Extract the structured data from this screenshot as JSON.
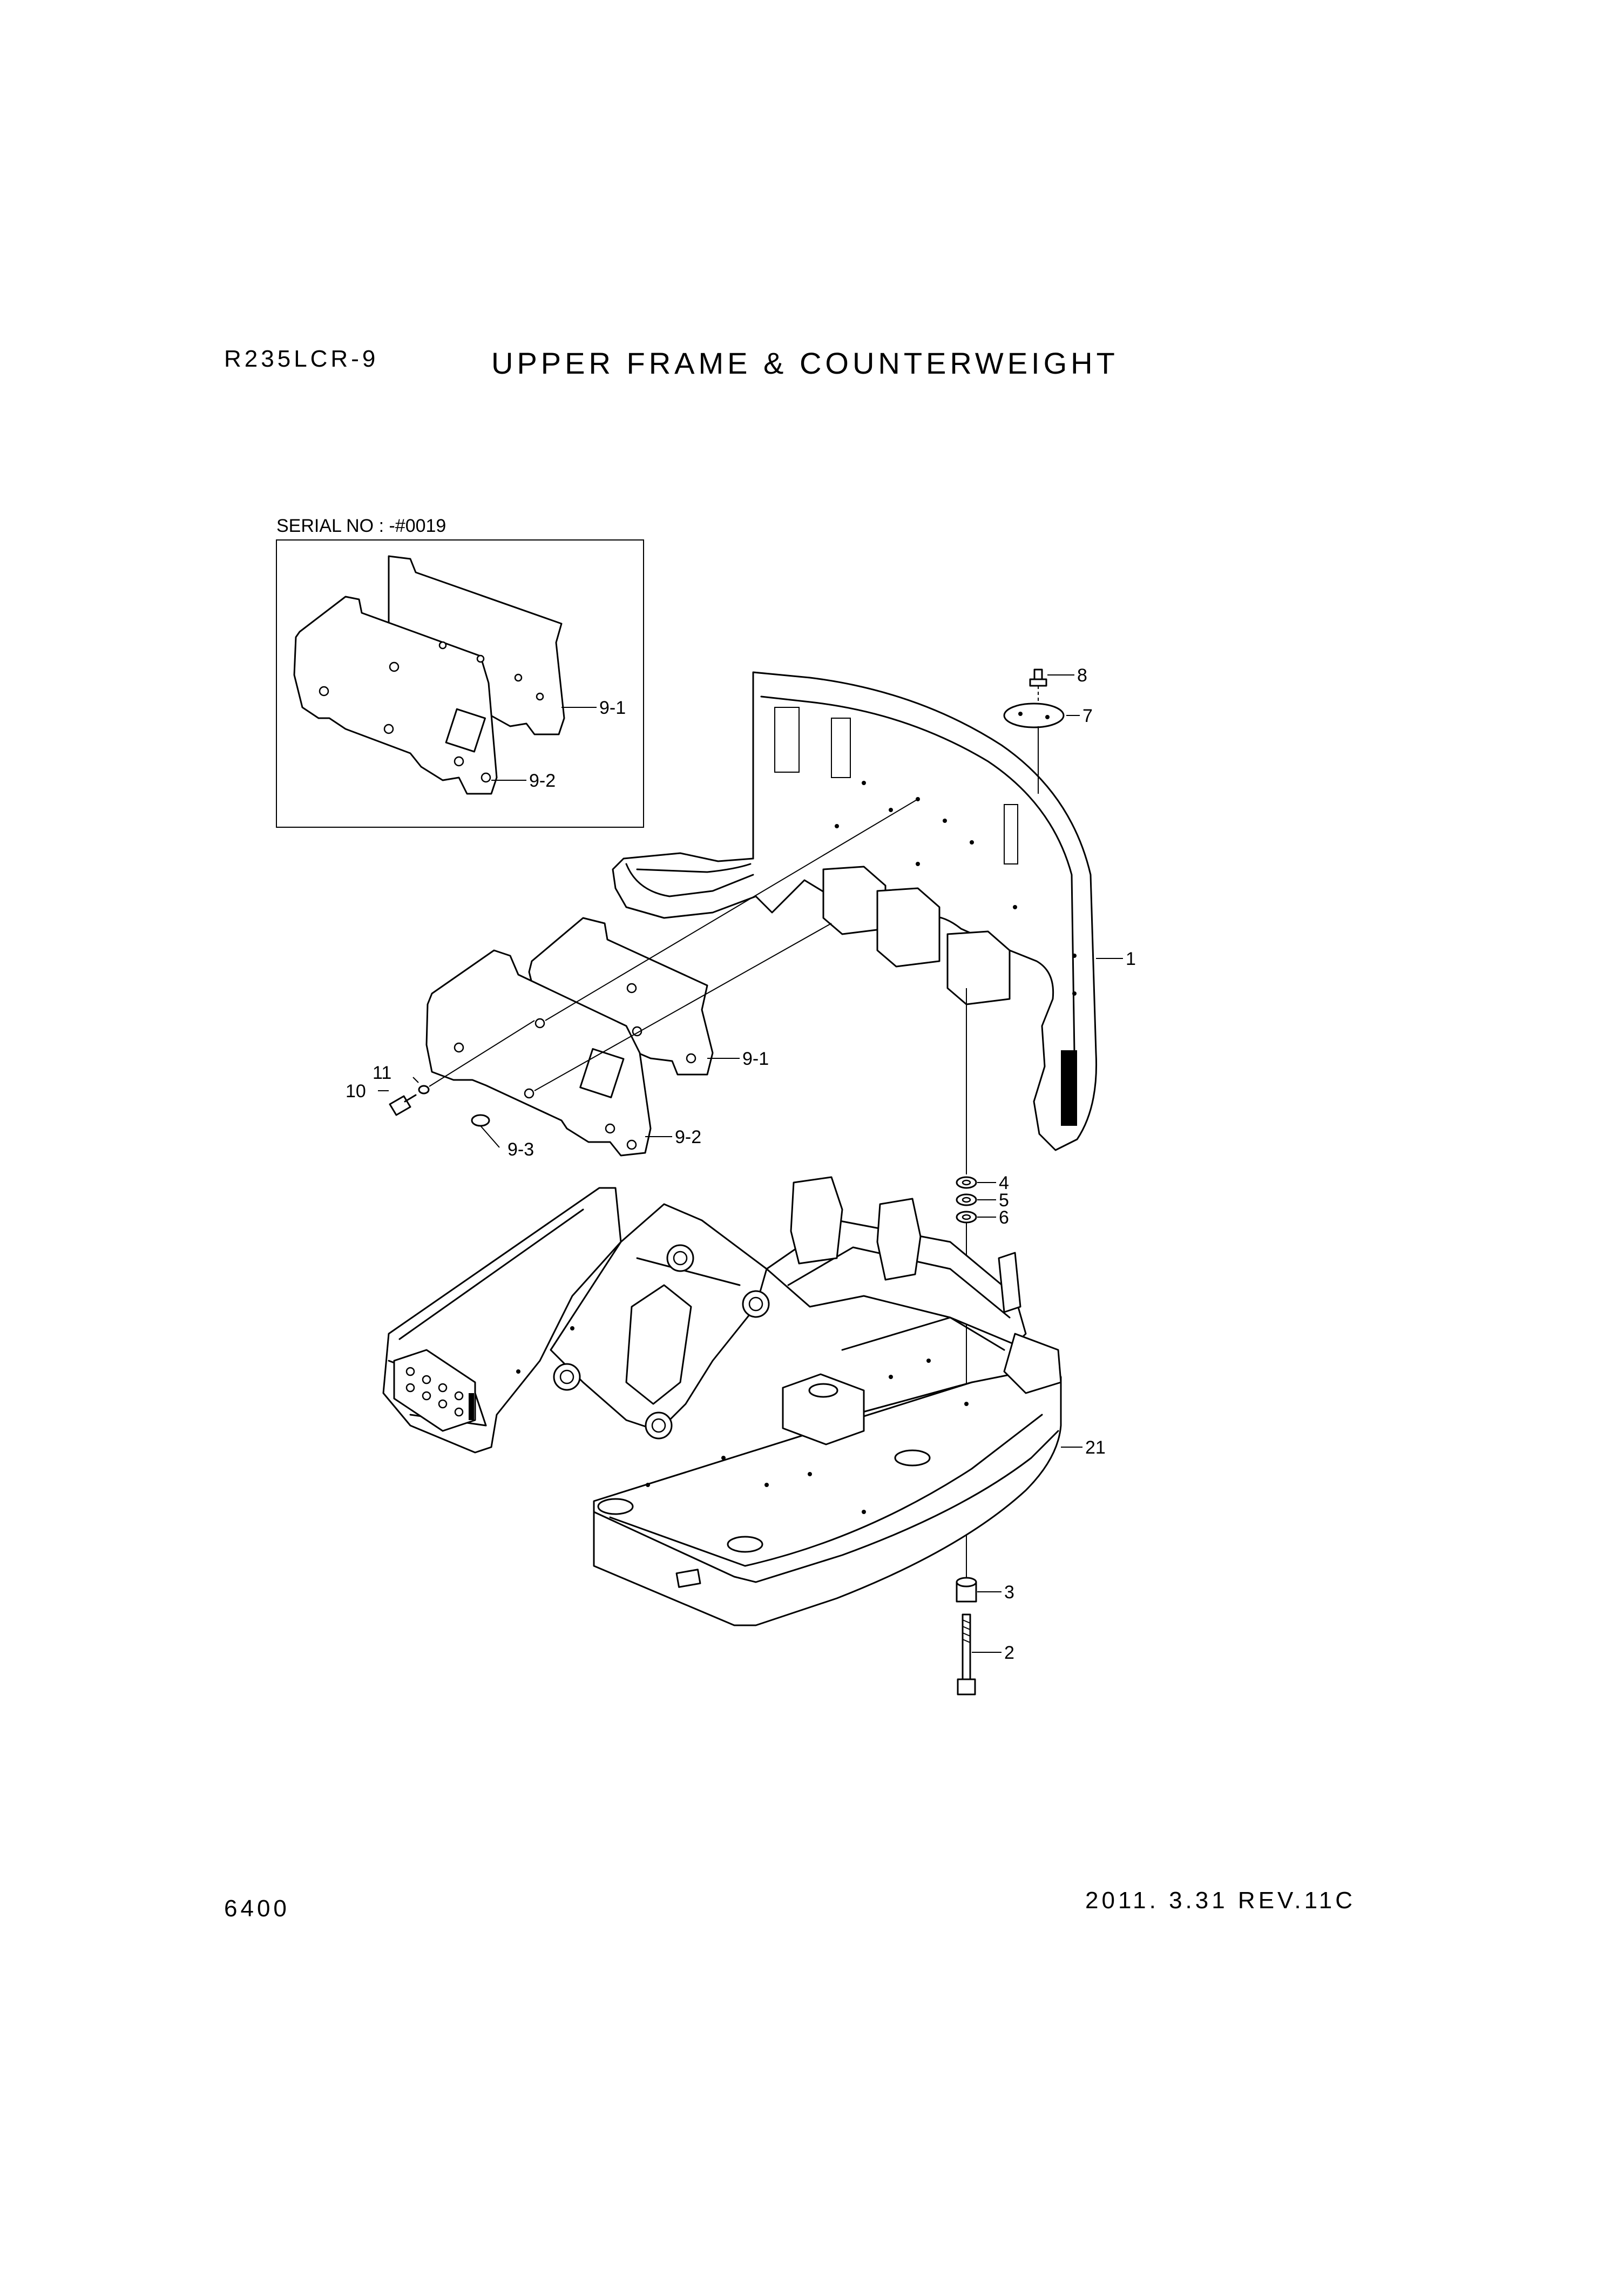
{
  "header": {
    "model": "R235LCR-9",
    "title": "UPPER FRAME & COUNTERWEIGHT"
  },
  "inset": {
    "serial": "SERIAL NO : -#0019",
    "labels": [
      "9-1",
      "9-2"
    ]
  },
  "callouts": {
    "c1": "1",
    "c2": "2",
    "c3": "3",
    "c4": "4",
    "c5": "5",
    "c6": "6",
    "c7": "7",
    "c8": "8",
    "c9_1": "9-1",
    "c9_2": "9-2",
    "c9_3": "9-3",
    "c10": "10",
    "c11": "11",
    "c21": "21"
  },
  "footer": {
    "page": "6400",
    "date_rev": "2011. 3.31  REV.11C"
  }
}
